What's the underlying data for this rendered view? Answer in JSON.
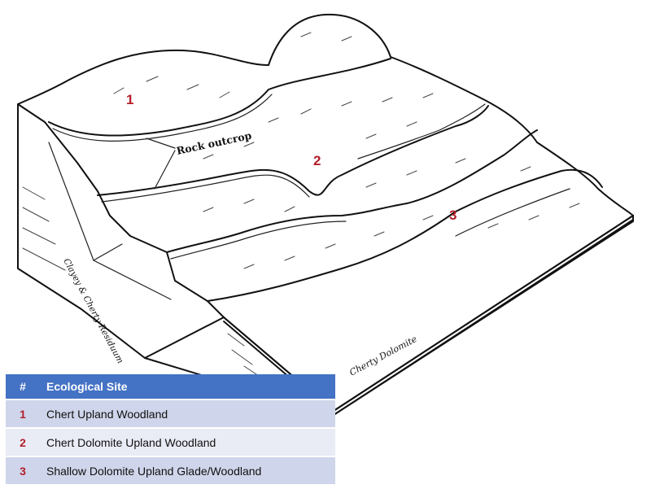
{
  "diagram": {
    "zone_labels": [
      "1",
      "2",
      "3"
    ],
    "rock_outcrop_label": "Rock outcrop",
    "residuum_label": "Clayey & Cherty Residuum",
    "dolomite_label": "Cherty Dolomite"
  },
  "legend": {
    "headers": [
      "#",
      "Ecological Site"
    ],
    "rows": [
      {
        "num": "1",
        "site": "Chert Upland Woodland"
      },
      {
        "num": "2",
        "site": "Chert Dolomite Upland Woodland"
      },
      {
        "num": "3",
        "site": "Shallow Dolomite Upland Glade/Woodland"
      }
    ],
    "colors": {
      "header": "#4472c4",
      "row_odd": "#cfd5ea",
      "row_even": "#e9ebf5",
      "number": "#b3202a"
    }
  }
}
